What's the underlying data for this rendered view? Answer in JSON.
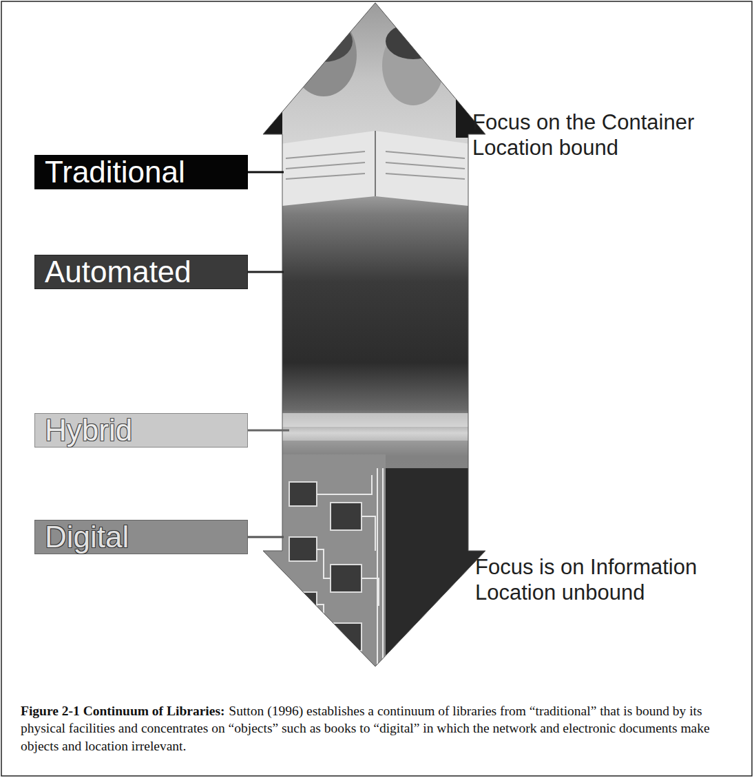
{
  "diagram": {
    "title": "Figure 2-1 Continuum of Libraries:",
    "caption": "Sutton (1996) establishes a continuum of libraries from “traditional” that is bound by its physical facilities and concentrates on “objects” such as books to “digital” in which the network and electronic documents make objects and location irrelevant.",
    "nodes": [
      {
        "text": [
          "Traditional"
        ]
      },
      {
        "text": [
          "Automated"
        ]
      },
      {
        "text": [
          "Hybrid"
        ]
      },
      {
        "text": [
          "Digital"
        ]
      }
    ],
    "labels": [
      "Focus on the Container",
      "Location bound",
      "Focus is on Information",
      "Location unbound"
    ]
  }
}
